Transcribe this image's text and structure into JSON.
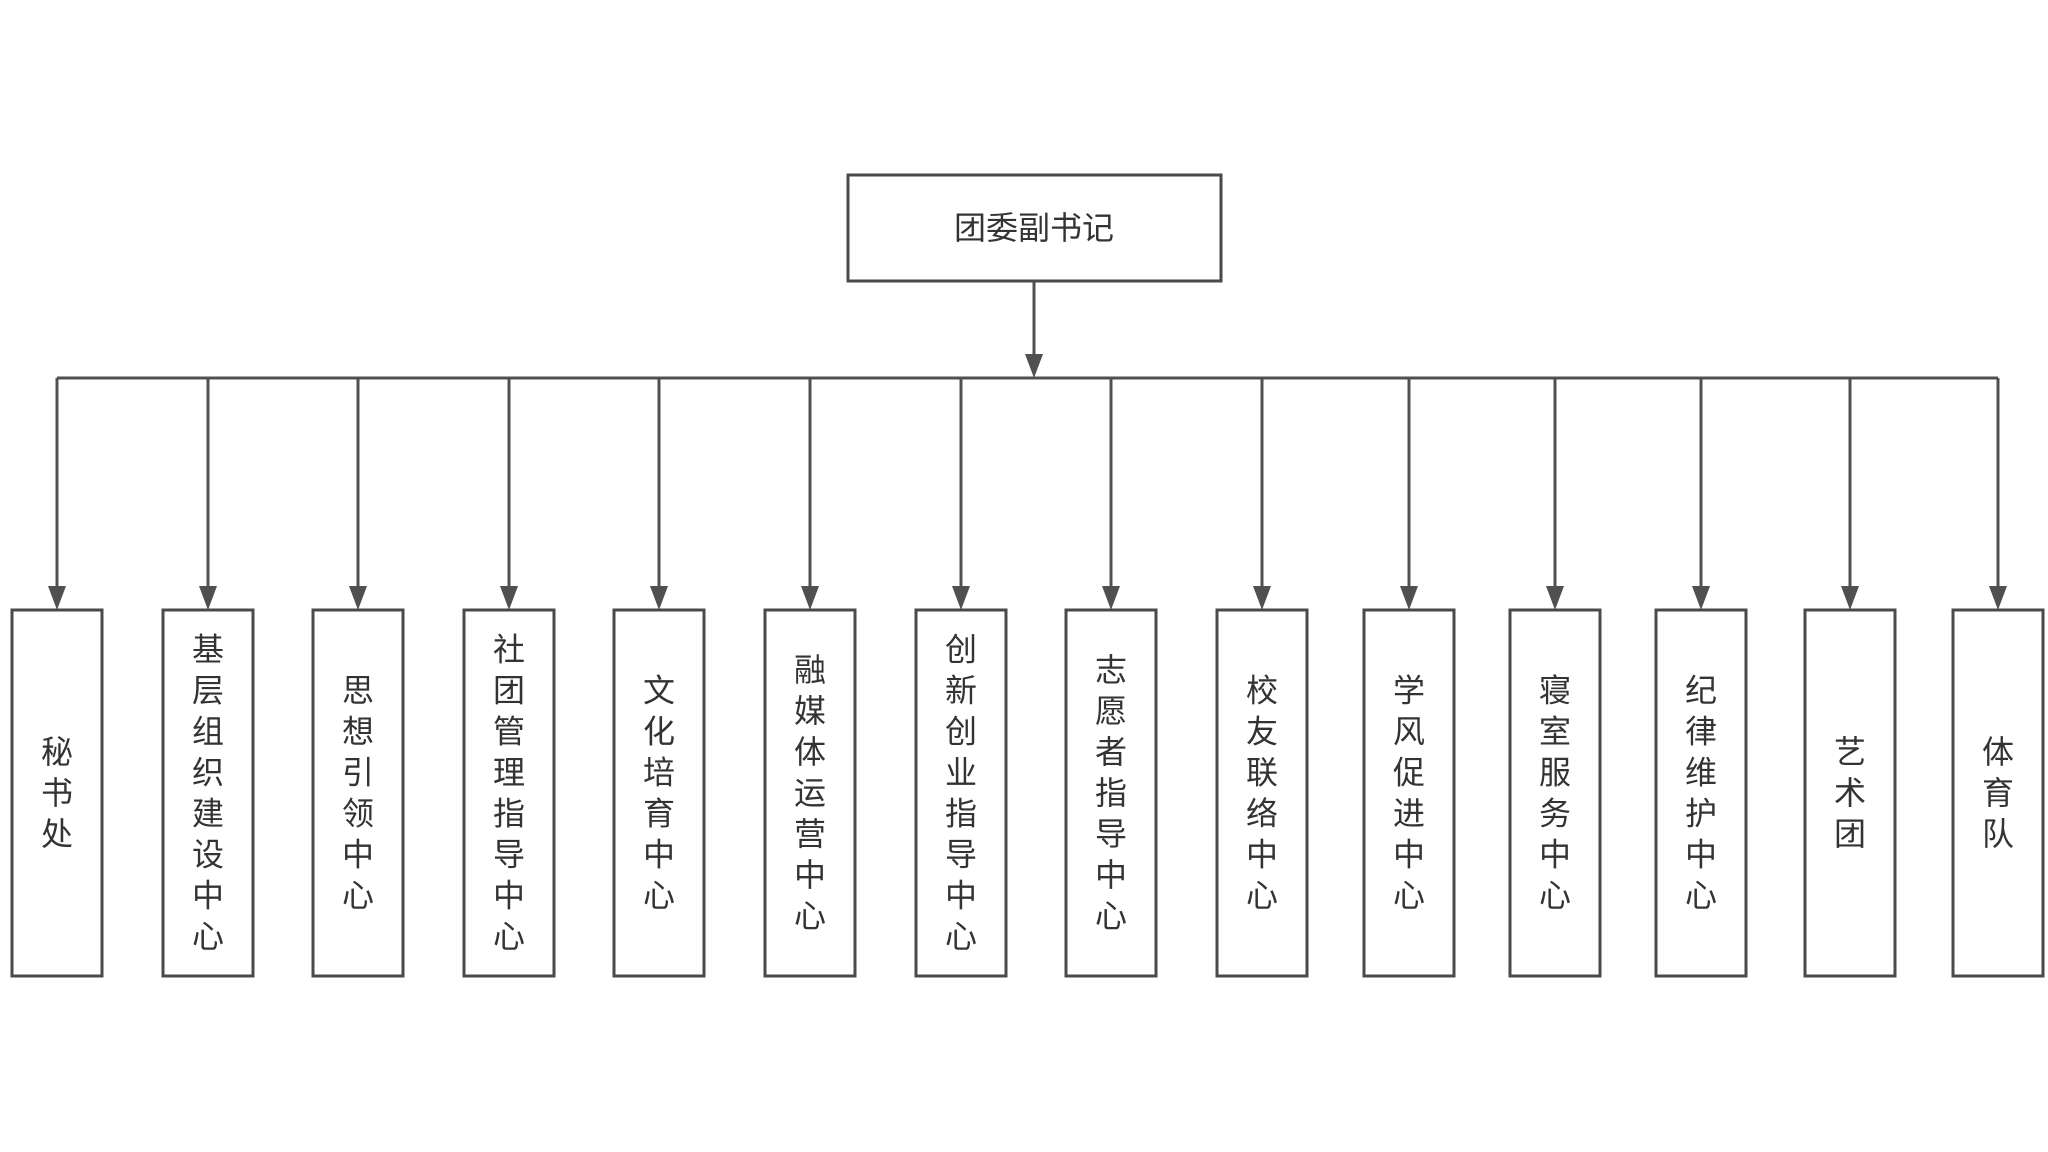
{
  "diagram": {
    "root": {
      "label": "团委副书记"
    },
    "children": [
      {
        "label": "秘书处"
      },
      {
        "label": "基层组织建设中心"
      },
      {
        "label": "思想引领中心"
      },
      {
        "label": "社团管理指导中心"
      },
      {
        "label": "文化培育中心"
      },
      {
        "label": "融媒体运营中心"
      },
      {
        "label": "创新创业指导中心"
      },
      {
        "label": "志愿者指导中心"
      },
      {
        "label": "校友联络中心"
      },
      {
        "label": "学风促进中心"
      },
      {
        "label": "寝室服务中心"
      },
      {
        "label": "纪律维护中心"
      },
      {
        "label": "艺术团"
      },
      {
        "label": "体育队"
      }
    ]
  }
}
